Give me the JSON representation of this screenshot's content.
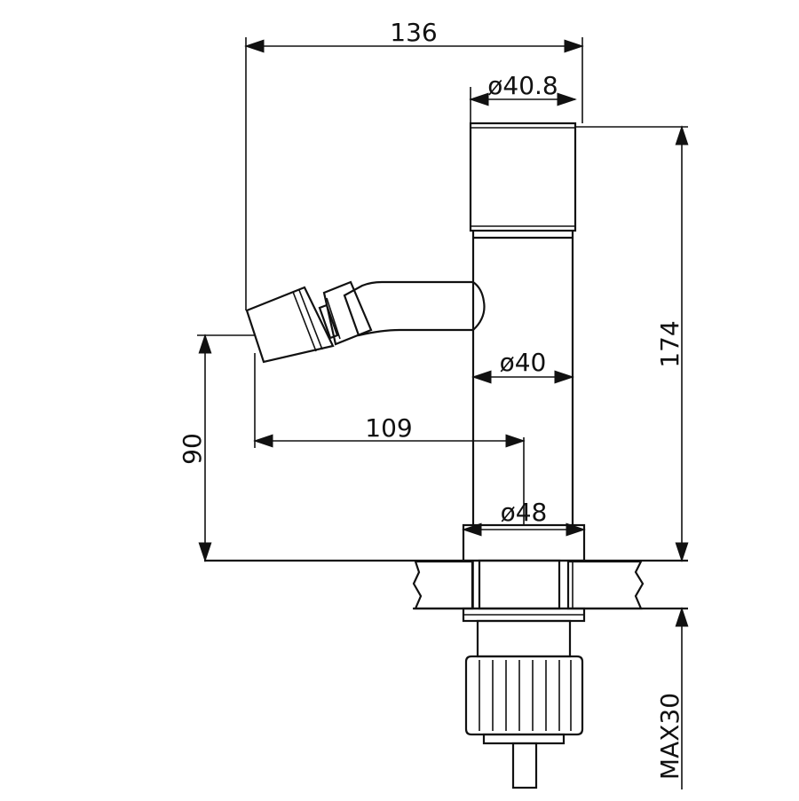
{
  "drawing": {
    "type": "bidet faucet technical drawing",
    "line_color": "#111111",
    "background": "#ffffff",
    "dimensions": {
      "overall_width": "136",
      "handle_diameter": "ø40.8",
      "body_diameter": "ø40",
      "reach": "109",
      "base_diameter": "ø48",
      "spout_height": "90",
      "overall_height": "174",
      "max_deck_thickness": "MAX30"
    }
  }
}
